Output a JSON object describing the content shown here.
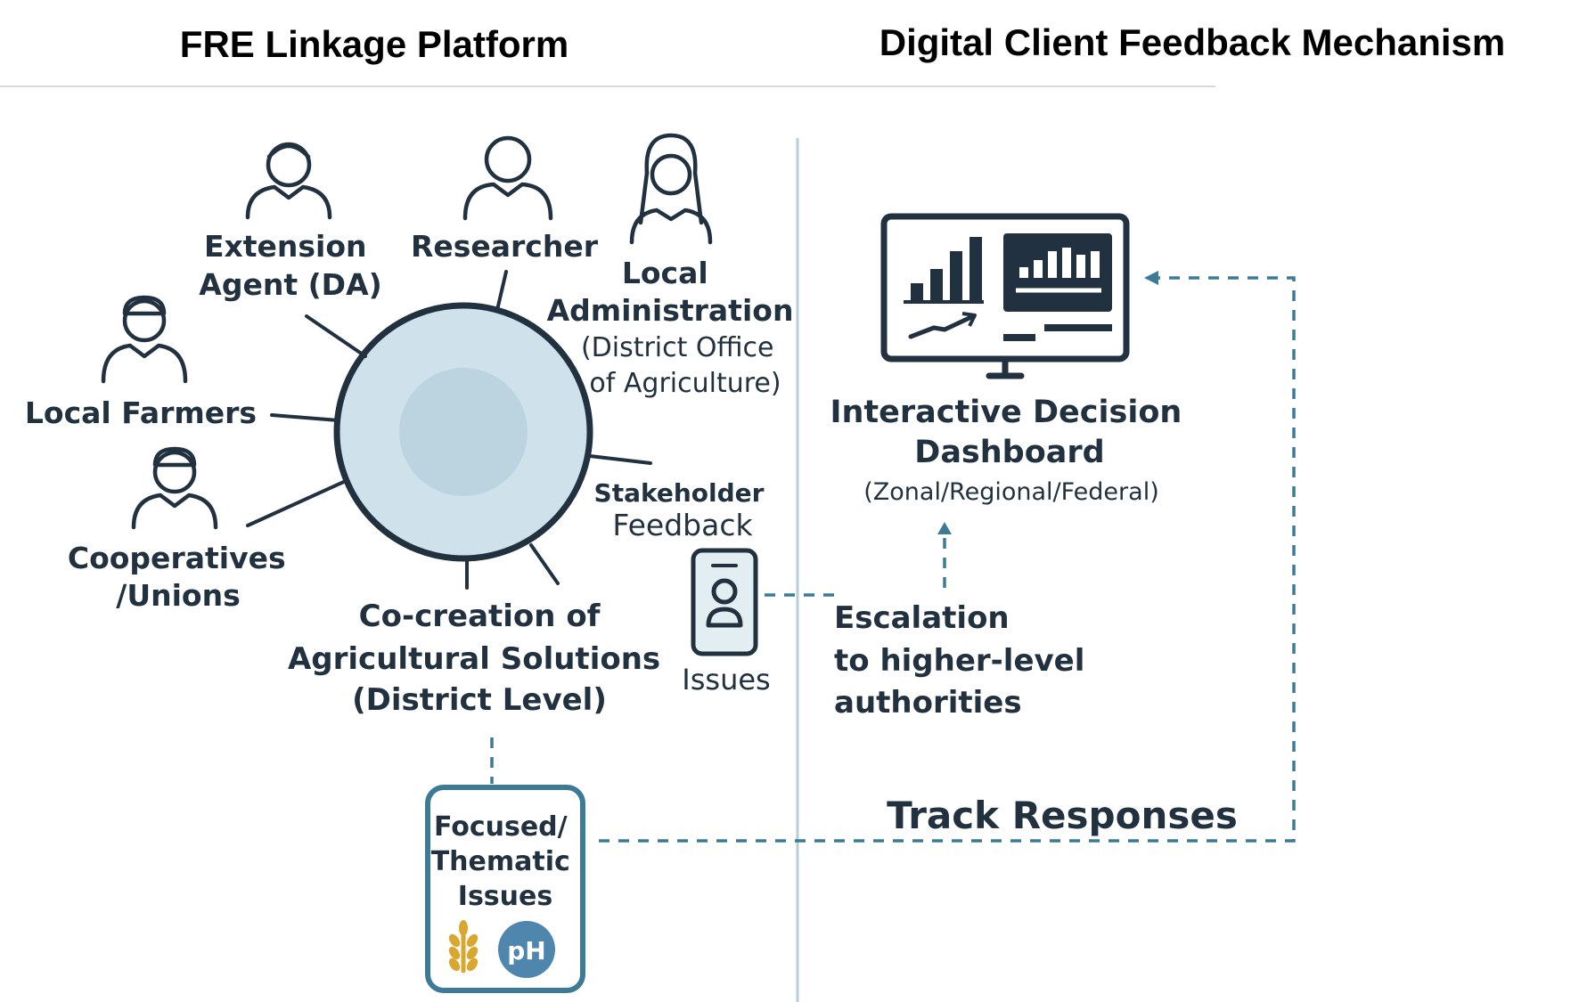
{
  "headers": {
    "left": "FRE Linkage Platform",
    "right": "Digital Client Feedback Mechanism"
  },
  "platform": {
    "extension_agent": [
      "Extension",
      "Agent (DA)"
    ],
    "researcher": "Researcher",
    "local_administration": [
      "Local",
      "Administration"
    ],
    "local_administration_detail": [
      "(District Office",
      "of Agriculture)"
    ],
    "local_farmers": "Local Farmers",
    "cooperatives": [
      "Cooperatives",
      "/Unions"
    ],
    "cocreation": [
      "Co-creation of",
      "Agricultural Solutions",
      "(District Level)"
    ],
    "stakeholder_feedback": "Stakeholder",
    "feedback_word": "Feedback",
    "issues": "Issues",
    "focused_issues": [
      "Focused/",
      "Thematic",
      "Issues"
    ],
    "ph_badge": "pH"
  },
  "feedback": {
    "dashboard_title": [
      "Interactive Decision",
      "Dashboard"
    ],
    "dashboard_scope": "(Zonal/Regional/Federal)",
    "escalation": [
      "Escalation",
      "to higher-level",
      "authorities"
    ],
    "track_responses": "Track Responses"
  },
  "colors": {
    "ink": "#22313f",
    "circle_fill": "#cfe1ea",
    "accent_blue": "#3d7a96",
    "wheat_gold": "#d9a62e",
    "ph_blue": "#4f86ad"
  },
  "icons": {
    "people": "person-outline-icon",
    "phone": "mobile-phone-icon",
    "dashboard": "monitor-dashboard-icon",
    "wheat": "wheat-icon"
  }
}
